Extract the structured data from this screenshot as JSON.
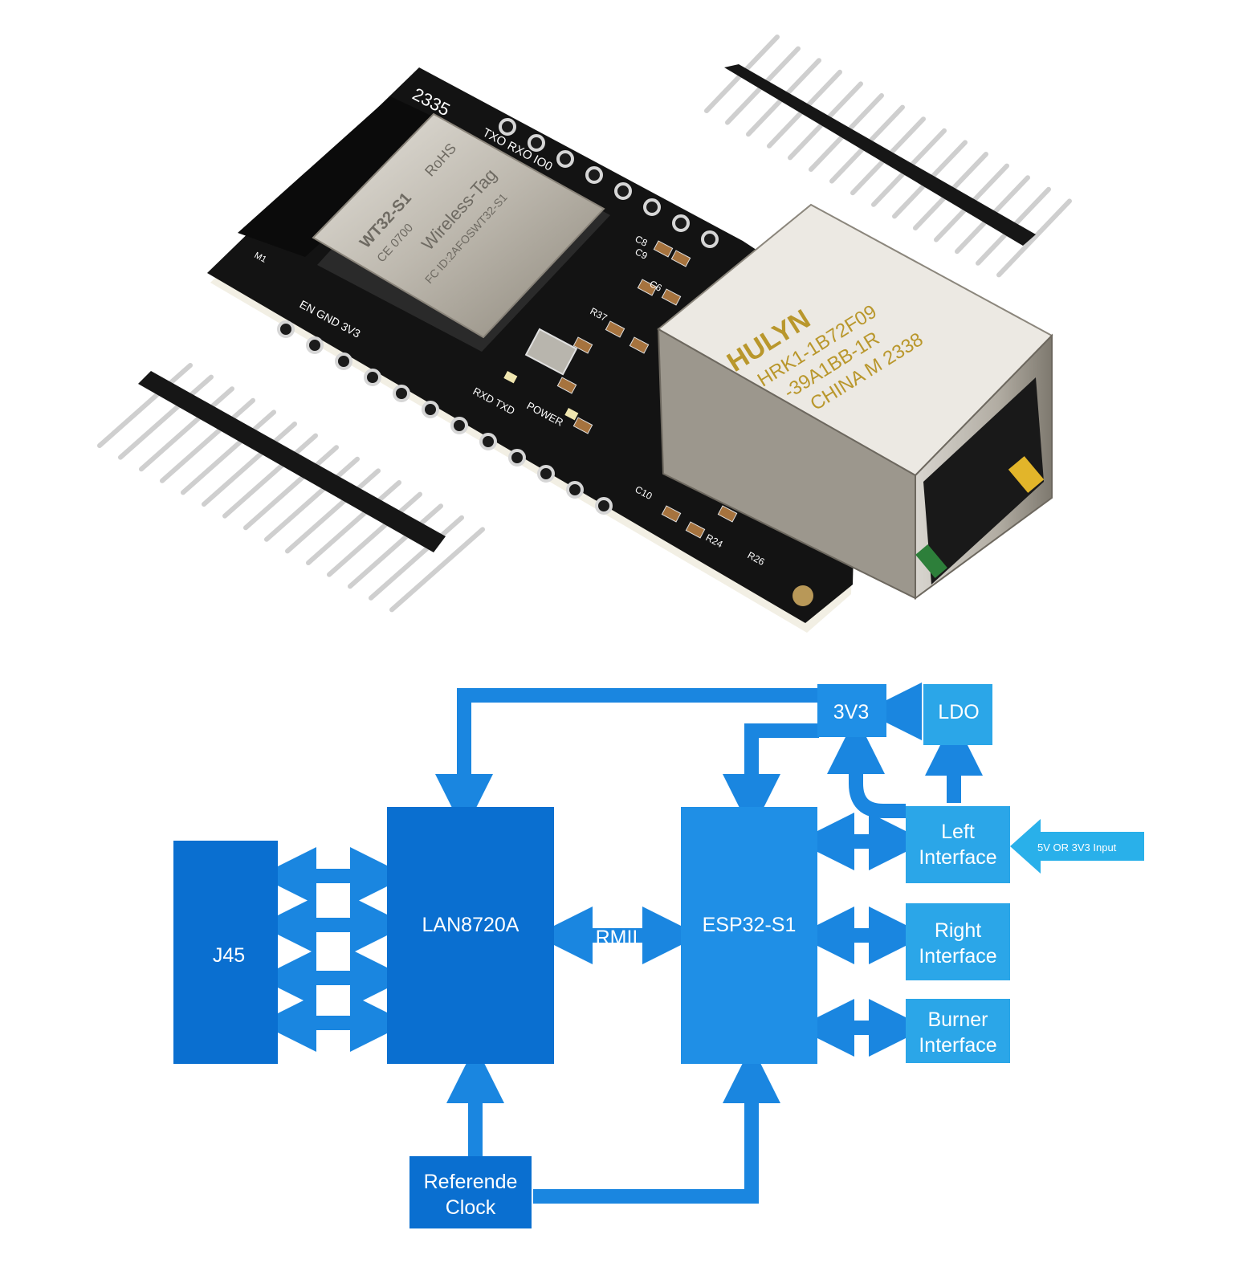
{
  "colors": {
    "dark_block": "#0a6fd0",
    "mid_block": "#1f8fe6",
    "light_block": "#2ba6e8",
    "arrow": "#1a86e0",
    "pcb": "#141414",
    "metal": "#c9c6c0",
    "pin": "#cfcfcf"
  },
  "board": {
    "pcb_silkscreen": {
      "date_code": "2335",
      "top_pins": "TXO RXO IO0",
      "bottom_pins": "EN GND 3V3",
      "leds": "RXD TXD",
      "power": "POWER",
      "antenna": "M1",
      "cap_labels": [
        "C8",
        "C9",
        "C6",
        "C10"
      ],
      "res_labels": [
        "R37",
        "R26",
        "R24"
      ]
    },
    "module": {
      "model": "WT32-S1",
      "rohs": "RoHS",
      "ce": "CE 0700",
      "fc": "FC",
      "brand": "Wireless-Tag",
      "fcc_id": "ID:2AFOSWT32-S1"
    },
    "jack": {
      "brand": "HULYN",
      "part_line1": "HRK1-1B72F09",
      "part_line2": "-39A1BB-1R",
      "origin": "CHINA M 2338"
    }
  },
  "diagram": {
    "j45": "J45",
    "lan": "LAN8720A",
    "rmii": "RMII",
    "esp": "ESP32-S1",
    "v33": "3V3",
    "ldo": "LDO",
    "left_iface": [
      "Left",
      "Interface"
    ],
    "input_label": "5V OR 3V3 Input",
    "right_iface": [
      "Right",
      "Interface"
    ],
    "burner_iface": [
      "Burner",
      "Interface"
    ],
    "ref_clock": [
      "Referende",
      "Clock"
    ]
  }
}
